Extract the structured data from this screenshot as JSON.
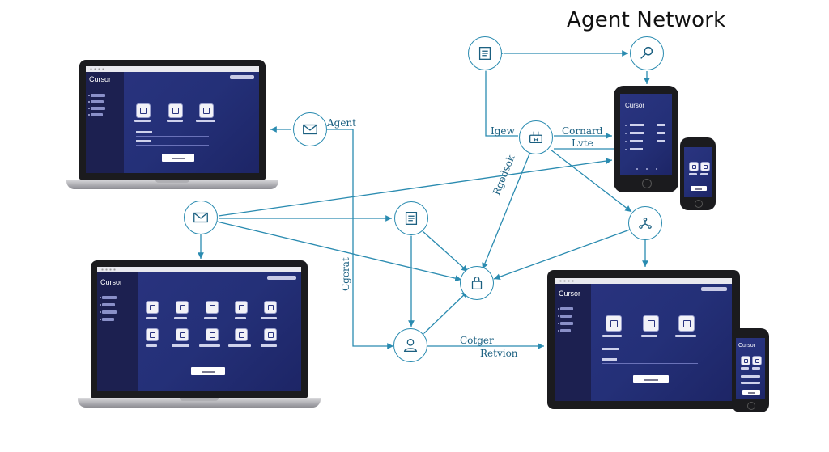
{
  "title": "Agent Network",
  "edge_labels": {
    "agent": "Agent",
    "igew": "Igew",
    "cornard": "Cornard",
    "lvte": "Lvte",
    "rgedsok": "Rgedsok",
    "cgerat": "Cgerat",
    "cotger": "Cotger",
    "retvion": "Retvion"
  },
  "device_brand": "Cursor",
  "colors": {
    "edge": "#2a8bb0",
    "screen": "#2a3480"
  },
  "node_icons": {
    "doc_top": "document-icon",
    "search": "search-icon",
    "hub": "router-icon",
    "mail_top": "envelope-icon",
    "mail_left": "envelope-icon",
    "doc_mid": "document-icon",
    "share": "share-icon",
    "lock": "lock-icon",
    "person": "person-icon"
  }
}
